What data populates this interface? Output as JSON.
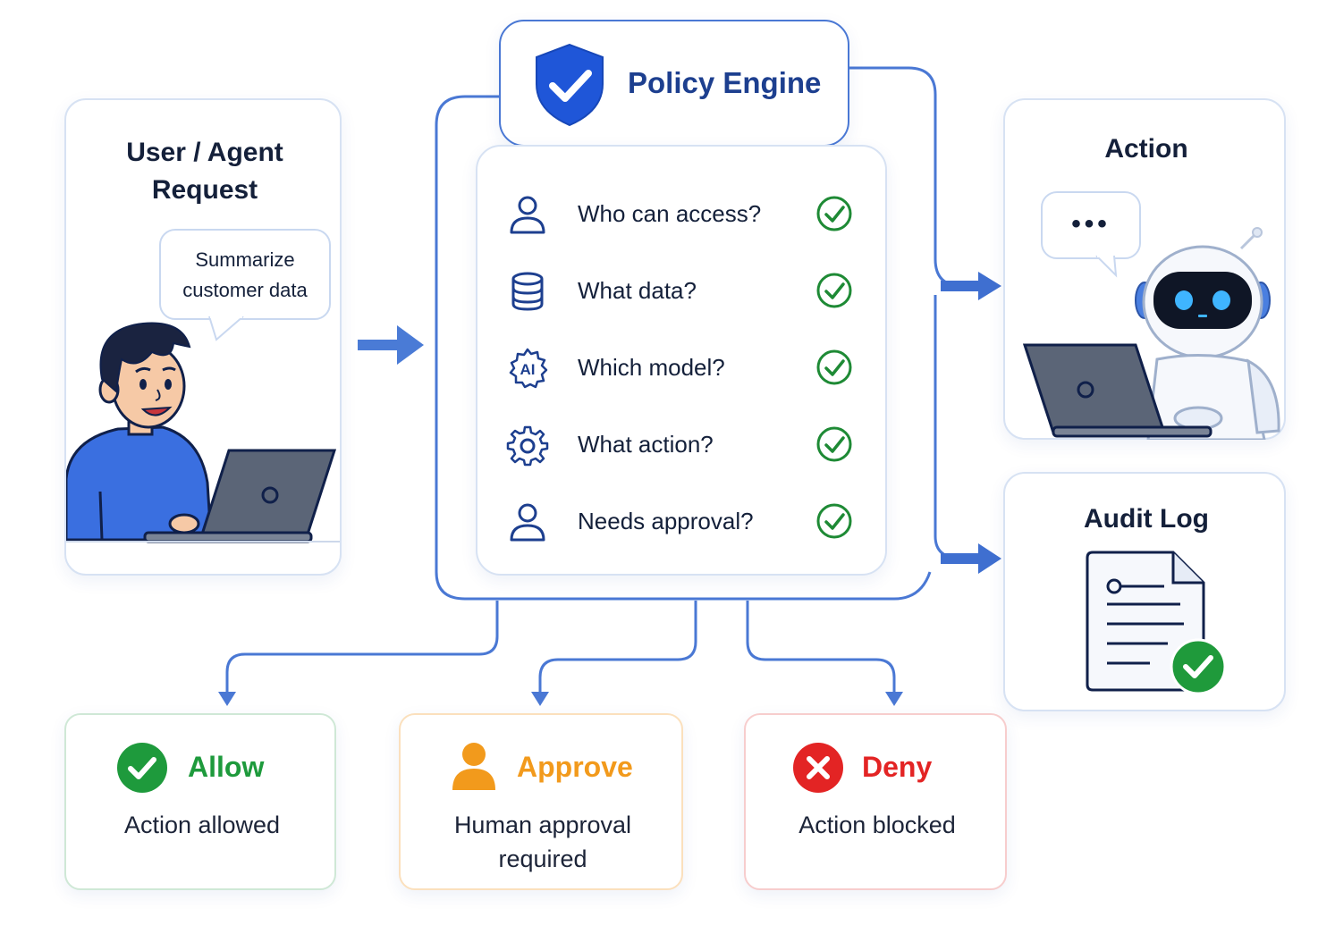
{
  "request": {
    "title_line1": "User / Agent",
    "title_line2": "Request",
    "bubble_line1": "Summarize",
    "bubble_line2": "customer data"
  },
  "policy": {
    "title": "Policy Engine",
    "questions": [
      {
        "label": "Who can access?",
        "icon": "user-icon",
        "status": "check"
      },
      {
        "label": "What data?",
        "icon": "database-icon",
        "status": "check"
      },
      {
        "label": "Which model?",
        "icon": "ai-chip-icon",
        "icon_text": "AI",
        "status": "check"
      },
      {
        "label": "What action?",
        "icon": "gear-icon",
        "status": "check"
      },
      {
        "label": "Needs approval?",
        "icon": "user-icon",
        "status": "check"
      }
    ]
  },
  "action": {
    "title": "Action",
    "bubble_text": "•••"
  },
  "audit": {
    "title": "Audit Log"
  },
  "outcomes": [
    {
      "title": "Allow",
      "desc_line1": "Action allowed",
      "desc_line2": "",
      "color": "#1e9a3c",
      "icon": "check-circle-icon"
    },
    {
      "title": "Approve",
      "desc_line1": "Human approval",
      "desc_line2": "required",
      "color": "#f29a1c",
      "icon": "person-icon"
    },
    {
      "title": "Deny",
      "desc_line1": "Action blocked",
      "desc_line2": "",
      "color": "#e32424",
      "icon": "x-circle-icon"
    }
  ],
  "colors": {
    "accent_blue": "#2f6bd8",
    "navy": "#1d3f8f",
    "check_green": "#1e8a35",
    "allow_border": "#cfe8d6",
    "approve_border": "#fbe0bd",
    "deny_border": "#f7cdcd"
  }
}
